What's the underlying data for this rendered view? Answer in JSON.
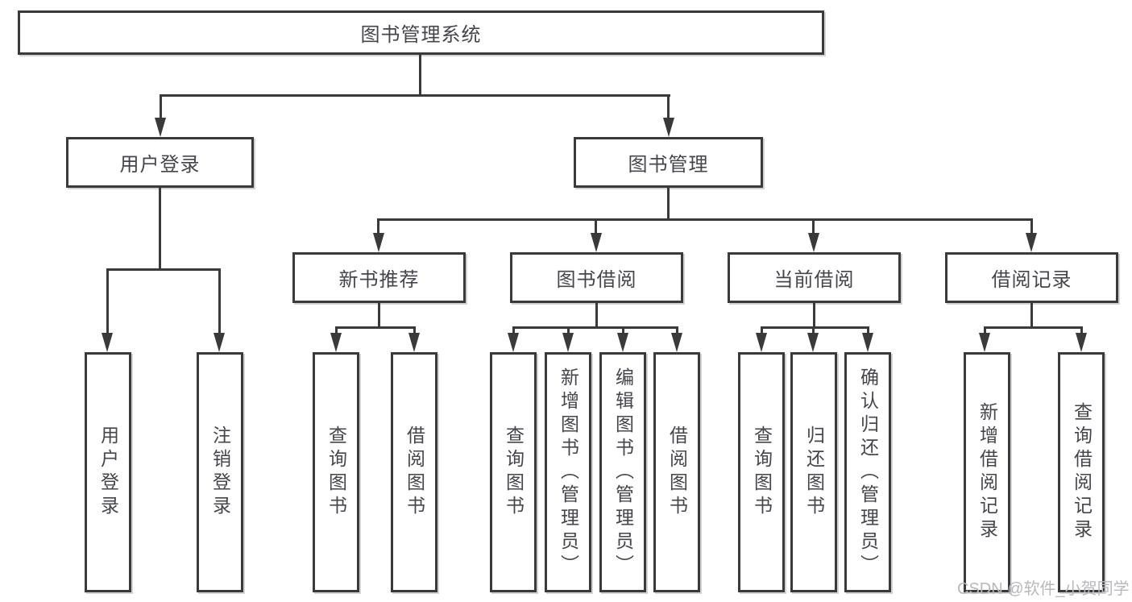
{
  "tree": {
    "root": {
      "label": "图书管理系统"
    },
    "login": {
      "label": "用户登录",
      "children": [
        "用户登录",
        "注销登录"
      ]
    },
    "manage": {
      "label": "图书管理",
      "groups": [
        {
          "label": "新书推荐",
          "children": [
            "查询图书",
            "借阅图书"
          ]
        },
        {
          "label": "图书借阅",
          "children": [
            "查询图书",
            "新增图书（管理员）",
            "编辑图书（管理员）",
            "借阅图书"
          ]
        },
        {
          "label": "当前借阅",
          "children": [
            "查询图书",
            "归还图书",
            "确认归还（管理员）"
          ]
        },
        {
          "label": "借阅记录",
          "children": [
            "新增借阅记录",
            "查询借阅记录"
          ]
        }
      ]
    }
  },
  "watermark": {
    "text": "CSDN @软件_小贺同学"
  },
  "colors": {
    "line": "#3a3a3c",
    "text": "#45454c",
    "watermark": "#b9b9bd",
    "background": "#ffffff"
  }
}
